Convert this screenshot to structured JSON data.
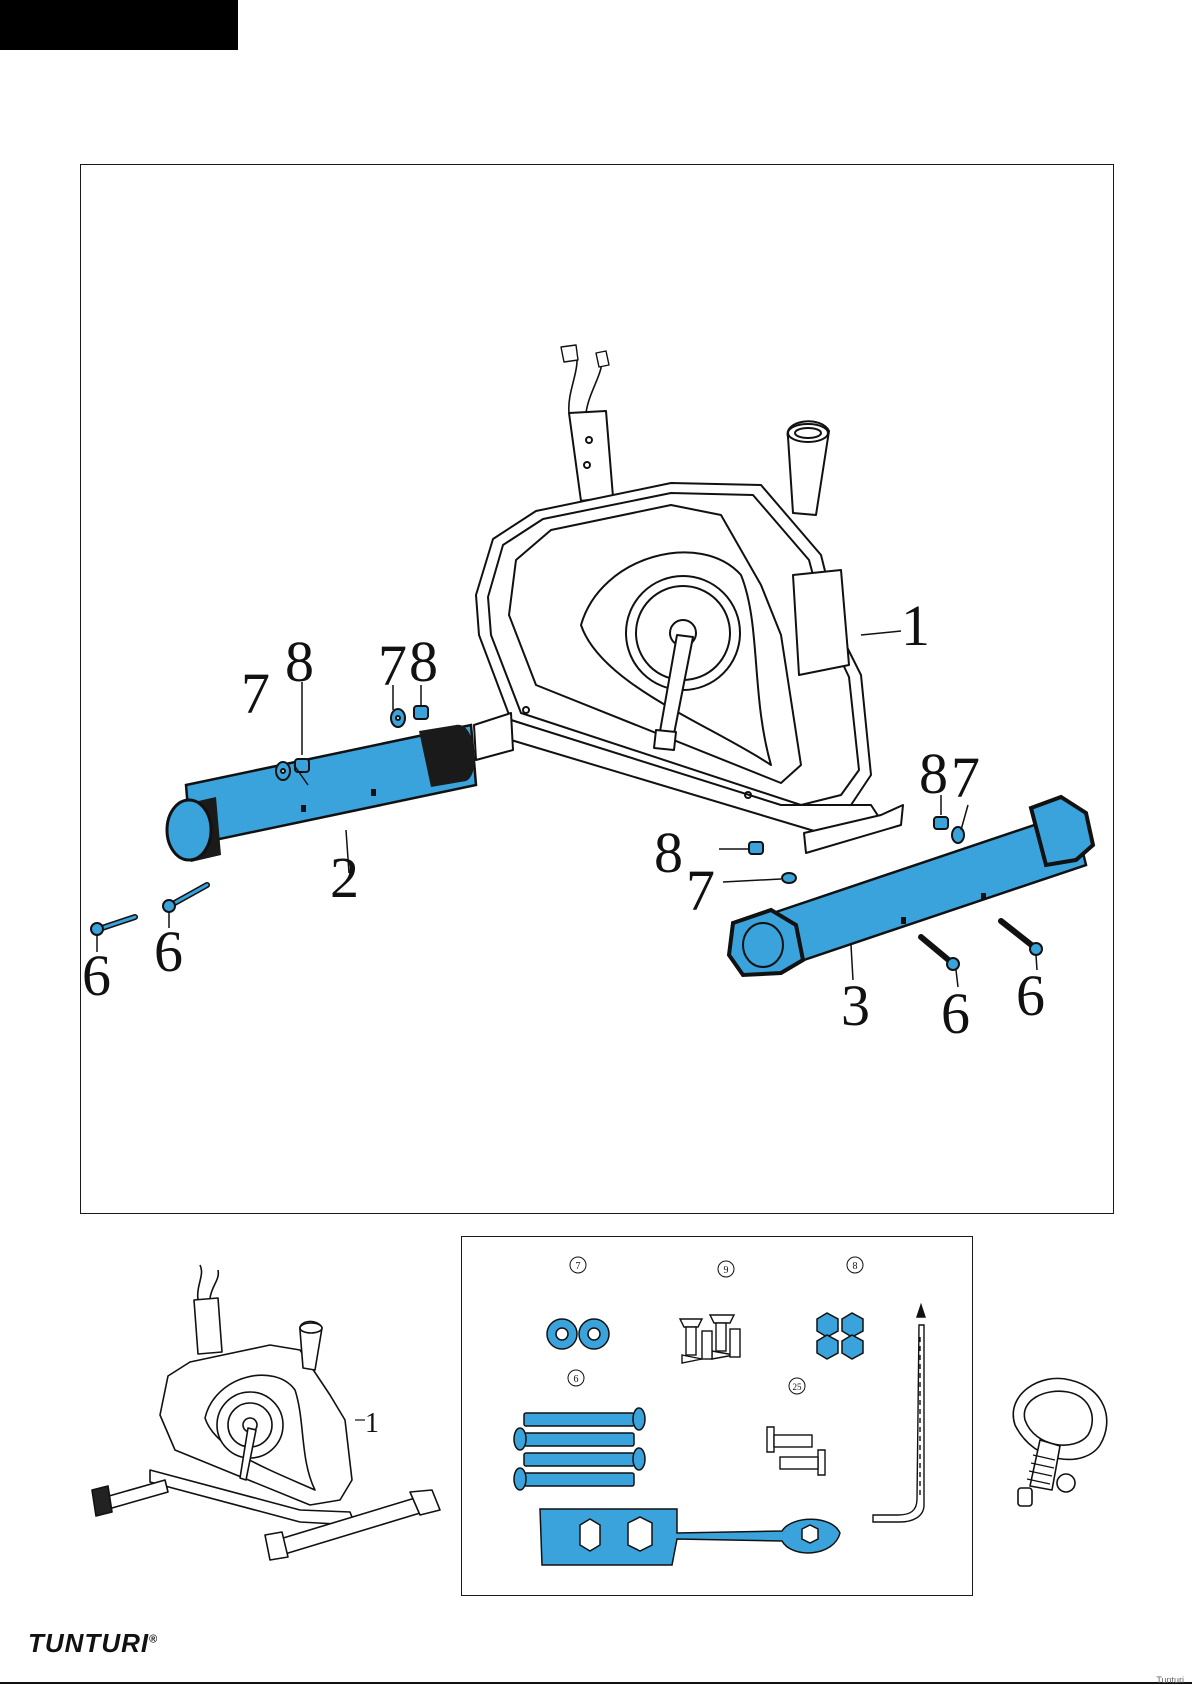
{
  "colors": {
    "part_fill": "#3aa3dc",
    "outline": "#111111",
    "background": "#ffffff"
  },
  "callouts": {
    "frame": "1",
    "front_stabilizer": "2",
    "rear_stabilizer": "3",
    "bolt": "6",
    "washer": "7",
    "nut": "8"
  },
  "hardware_labels": {
    "washer": "7",
    "screw": "9",
    "nut": "8",
    "bolt": "6",
    "pedal_screw": "25"
  },
  "overview_callout": "1",
  "brand": {
    "name": "TUNTURI",
    "mark": "®"
  },
  "footer": "Tunturi"
}
